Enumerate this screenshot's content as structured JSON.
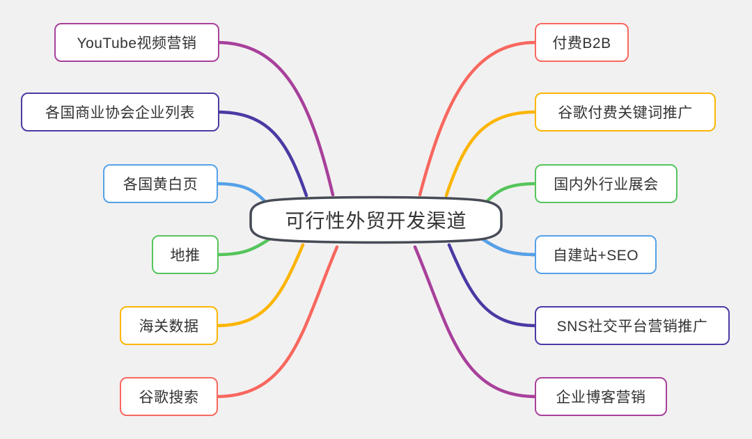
{
  "diagram": {
    "title": "可行性外贸开发渠道",
    "background_color": "#F2F1F1",
    "node_fill": "#FFFFFF",
    "text_color": "#333333",
    "center": {
      "label": "可行性外贸开发渠道",
      "border_color": "#474B55"
    },
    "left_nodes": [
      {
        "label": "YouTube视频营销",
        "color": "#A8409B"
      },
      {
        "label": "各国商业协会企业列表",
        "color": "#4A3AA4"
      },
      {
        "label": "各国黄白页",
        "color": "#55A1E8"
      },
      {
        "label": "地推",
        "color": "#55C55C"
      },
      {
        "label": "海关数据",
        "color": "#FBB504"
      },
      {
        "label": "谷歌搜索",
        "color": "#F8675E"
      }
    ],
    "right_nodes": [
      {
        "label": "付费B2B",
        "color": "#F8675E"
      },
      {
        "label": "谷歌付费关键词推广",
        "color": "#FBB504"
      },
      {
        "label": "国内外行业展会",
        "color": "#55C55C"
      },
      {
        "label": "自建站+SEO",
        "color": "#55A1E8"
      },
      {
        "label": "SNS社交平台营销推广",
        "color": "#4A3AA4"
      },
      {
        "label": "企业博客营销",
        "color": "#A8409B"
      }
    ]
  }
}
